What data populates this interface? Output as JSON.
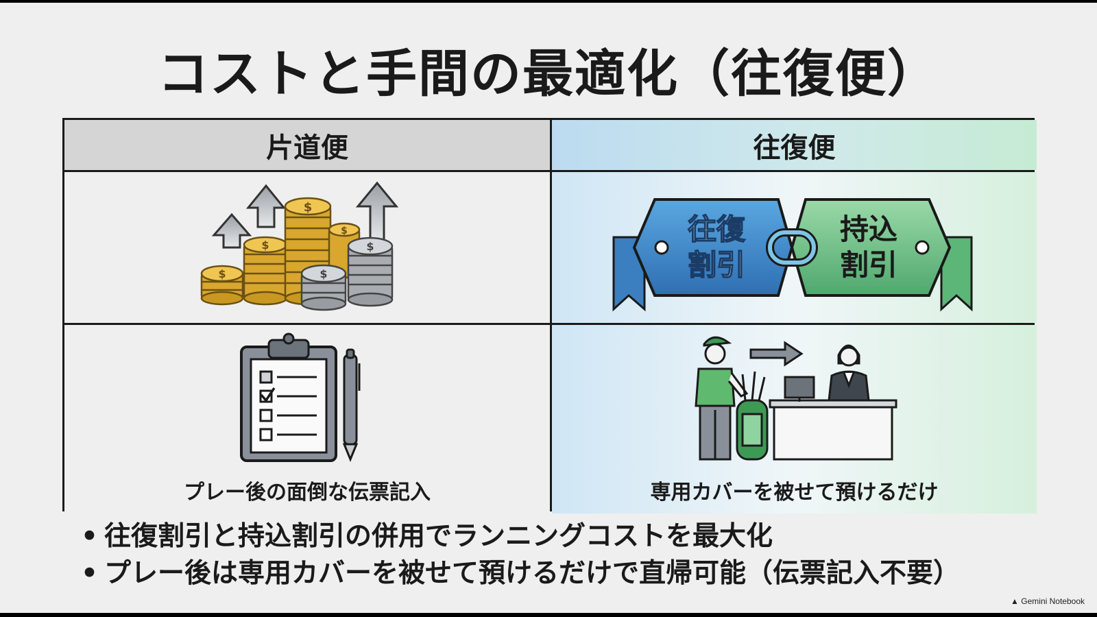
{
  "title": "コストと手間の最適化（往復便）",
  "table": {
    "left_header": "片道便",
    "right_header": "往復便",
    "badge_left": [
      "往復",
      "割引"
    ],
    "badge_right": [
      "持込",
      "割引"
    ],
    "left_caption": "プレー後の面倒な伝票記入",
    "right_caption": "専用カバーを被せて預けるだけ"
  },
  "bullets": [
    "往復割引と持込割引の併用でランニングコストを最大化",
    "プレー後は専用カバーを被せて預けるだけで直帰可能（伝票記入不要）"
  ],
  "bullet_marker": "•",
  "brand": {
    "label": "Gemini Notebook",
    "icon": "gemini-icon"
  },
  "colors": {
    "gold": "#e0b23a",
    "silver": "#b4b8bd",
    "blue": "#3f86c9",
    "green": "#6cc08a",
    "dark": "#1a1a1a"
  }
}
